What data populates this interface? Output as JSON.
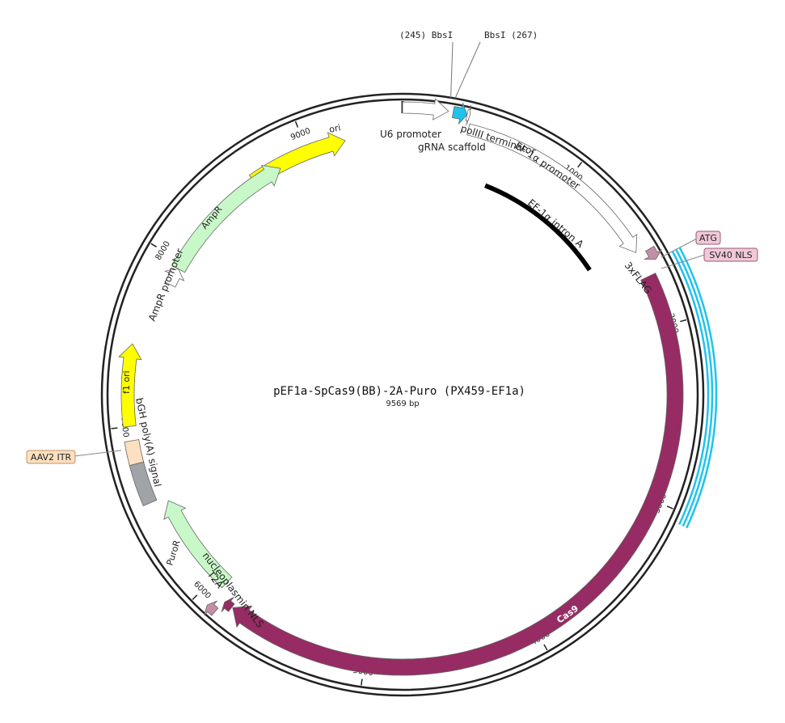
{
  "title": "pEF1a-SpCas9(BB)-2A-Puro (PX459-EF1a)",
  "length_label": "9569 bp",
  "total_bp": 9569,
  "ticks": [
    {
      "bp": 1000,
      "label": "1000"
    },
    {
      "bp": 2000,
      "label": "2000"
    },
    {
      "bp": 3000,
      "label": "3000"
    },
    {
      "bp": 4000,
      "label": "4000"
    },
    {
      "bp": 5000,
      "label": "5000"
    },
    {
      "bp": 6000,
      "label": "6000"
    },
    {
      "bp": 7000,
      "label": "7000"
    },
    {
      "bp": 8000,
      "label": "8000"
    },
    {
      "bp": 9000,
      "label": "9000"
    }
  ],
  "features": [
    {
      "name": "ori",
      "start": 8640,
      "end": 9230,
      "strand": 1,
      "color": "#ffff00",
      "text_color": "#222222"
    },
    {
      "name": "U6 promoter",
      "start": 0,
      "end": 245,
      "strand": 1,
      "color": "#ffffff",
      "text_color": "#222222"
    },
    {
      "name": "gRNA scaffold",
      "start": 270,
      "end": 345,
      "strand": 1,
      "color": "#1fc3ee",
      "text_color": "#222222"
    },
    {
      "name": "polIII terminator",
      "start": 345,
      "end": 360,
      "strand": 1,
      "color": "#ffffff",
      "text_color": "#222222"
    },
    {
      "name": "EF-1α promoter",
      "start": 370,
      "end": 1560,
      "strand": 1,
      "color": "#ffffff",
      "text_color": "#222222"
    },
    {
      "name": "EF-1α intron A",
      "start": 575,
      "end": 1495,
      "strand": 0,
      "color": "#000000",
      "text_color": "#222222"
    },
    {
      "name": "3xFLAG",
      "start": 1580,
      "end": 1645,
      "strand": 1,
      "color": "#c48ea8",
      "text_color": "#222222"
    },
    {
      "name": "Cas9",
      "start": 1710,
      "end": 5810,
      "strand": 1,
      "color": "#962c63",
      "text_color": "#ffffff"
    },
    {
      "name": "nucleoplasmin NLS",
      "start": 5815,
      "end": 5865,
      "strand": 1,
      "color": "#962c63",
      "text_color": "#222222"
    },
    {
      "name": "T2A",
      "start": 5870,
      "end": 5925,
      "strand": 1,
      "color": "#c48ea8",
      "text_color": "#222222"
    },
    {
      "name": "PuroR",
      "start": 5930,
      "end": 6530,
      "strand": 1,
      "color": "#c8f8c8",
      "text_color": "#222222"
    },
    {
      "name": "bGH poly(A) signal",
      "start": 6560,
      "end": 6790,
      "strand": 0,
      "color": "#a0a4a8",
      "text_color": "#222222"
    },
    {
      "name": "AAV2 ITR",
      "start": 6790,
      "end": 6920,
      "strand": 0,
      "color": "#fce0c0",
      "text_color": "#222222"
    },
    {
      "name": "f1 ori",
      "start": 7000,
      "end": 7460,
      "strand": 1,
      "color": "#ffff00",
      "text_color": "#222222"
    },
    {
      "name": "AmpR promoter",
      "start": 7850,
      "end": 7955,
      "strand": 1,
      "color": "#ffffff",
      "text_color": "#222222"
    },
    {
      "name": "AmpR",
      "start": 7955,
      "end": 8815,
      "strand": 1,
      "color": "#c8f8c8",
      "text_color": "#222222"
    }
  ],
  "side_labels": {
    "atg": "ATG",
    "sv40_nls": "SV40 NLS",
    "aav2_itr": "AAV2 ITR"
  },
  "sites": [
    {
      "label": "(245)  BbsI",
      "bp": 245
    },
    {
      "label": "BbsI  (267)",
      "bp": 267
    }
  ],
  "highlight": {
    "start": 1650,
    "end": 3060,
    "color": "#1fc3ee"
  }
}
